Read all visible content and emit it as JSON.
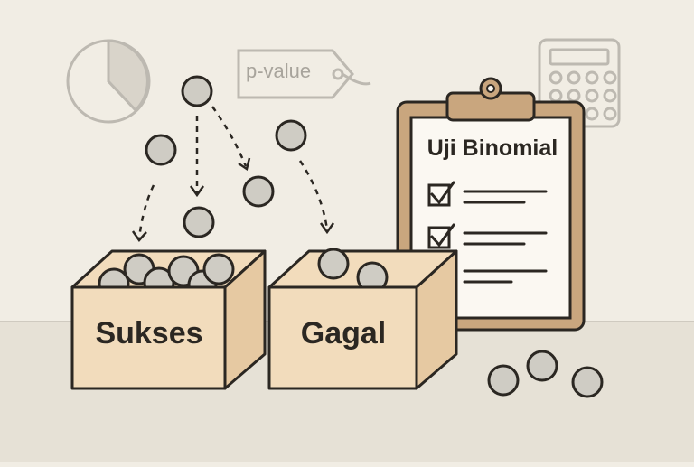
{
  "illustration": {
    "bins": {
      "success_label": "Sukses",
      "failure_label": "Gagal"
    },
    "clipboard": {
      "title": "Uji Binomial",
      "checklist_checked": 2,
      "checklist_rows": 3
    },
    "tag": {
      "label": "p-value"
    },
    "icons": [
      "pie-chart-icon",
      "price-tag-icon",
      "calculator-icon",
      "clipboard-icon",
      "checkbox-icon",
      "ball-icon",
      "arrow-icon"
    ],
    "colors": {
      "background": "#f1ede4",
      "floor": "#e6e1d6",
      "box_fill": "#f2dcbc",
      "box_side": "#e6c9a2",
      "clipboard_board": "#c9a67e",
      "paper": "#fbf8f2",
      "ball": "#cfccc4",
      "outline": "#2b2722",
      "faded_icon": "#bdb9b1"
    }
  }
}
